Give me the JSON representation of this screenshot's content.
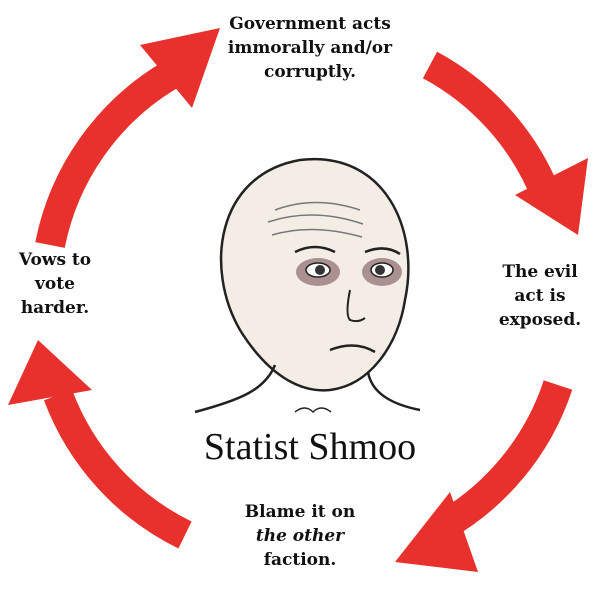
{
  "cycle": {
    "top": [
      "Government acts",
      "immorally and/or",
      "corruptly."
    ],
    "right": [
      "The evil",
      "act is",
      "exposed."
    ],
    "bottom": [
      "Blame it on",
      "the other",
      "faction."
    ],
    "left": [
      "Vows to",
      "vote",
      "harder."
    ]
  },
  "caption": "Statist Shmoo",
  "colors": {
    "arrow": "#e8312c",
    "text": "#111111"
  }
}
